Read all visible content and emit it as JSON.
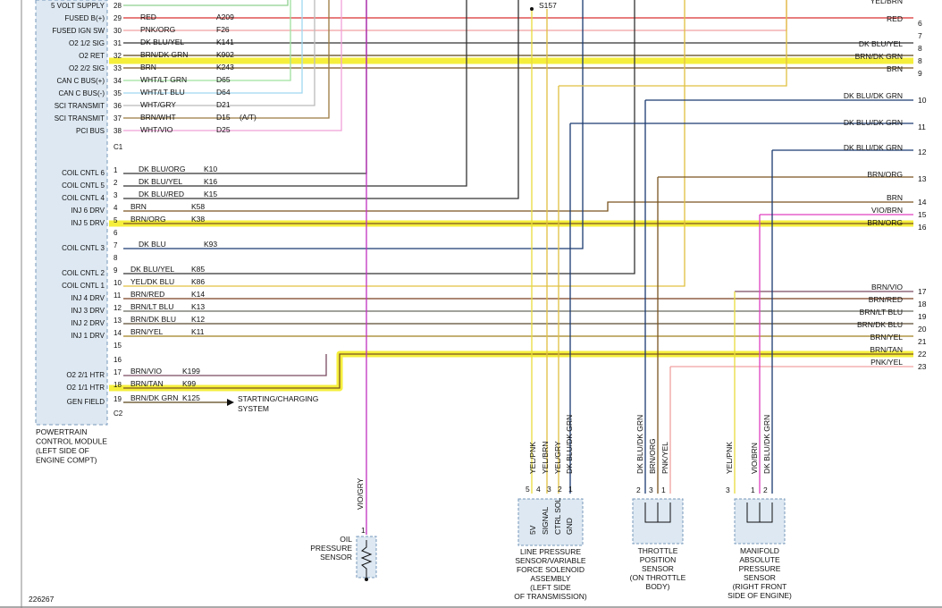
{
  "pcm": {
    "c1": {
      "label": "C1",
      "pins": [
        {
          "pin": "28",
          "signal": "5 VOLT SUPPLY",
          "color": "",
          "circuit": "",
          "wire": "#8fd18f"
        },
        {
          "pin": "29",
          "signal": "FUSED B(+)",
          "color": "RED",
          "circuit": "A209",
          "wire": "#d93030"
        },
        {
          "pin": "30",
          "signal": "FUSED IGN SW",
          "color": "PNK/ORG",
          "circuit": "F26",
          "wire": "#f0a0a0"
        },
        {
          "pin": "31",
          "signal": "O2 1/2 SIG",
          "color": "DK BLU/YEL",
          "circuit": "K141",
          "wire": "#333333"
        },
        {
          "pin": "32",
          "signal": "O2 RET",
          "color": "BRN/DK GRN",
          "circuit": "K902",
          "wire": "#5a4418"
        },
        {
          "pin": "33",
          "signal": "O2 2/2 SIG",
          "color": "BRN",
          "circuit": "K243",
          "wire": "#7a5520"
        },
        {
          "pin": "34",
          "signal": "CAN C BUS(+)",
          "color": "WHT/LT GRN",
          "circuit": "D65",
          "wire": "#9fe09f"
        },
        {
          "pin": "35",
          "signal": "CAN C BUS(-)",
          "color": "WHT/LT BLU",
          "circuit": "D64",
          "wire": "#a0d8f0"
        },
        {
          "pin": "36",
          "signal": "SCI TRANSMIT",
          "color": "WHT/GRY",
          "circuit": "D21",
          "wire": "#bbbbbb"
        },
        {
          "pin": "37",
          "signal": "SCI TRANSMIT",
          "color": "BRN/WHT",
          "circuit": "D15",
          "note": "(A/T)",
          "wire": "#9a7a40"
        },
        {
          "pin": "38",
          "signal": "PCI BUS",
          "color": "WHT/VIO",
          "circuit": "D25",
          "wire": "#f0a0d8"
        }
      ]
    },
    "c2": {
      "label": "C2",
      "pins": [
        {
          "pin": "1",
          "signal": "COIL CNTL 6",
          "color": "DK BLU/ORG",
          "circuit": "K10",
          "wire": "#333333"
        },
        {
          "pin": "2",
          "signal": "COIL CNTL 5",
          "color": "DK BLU/YEL",
          "circuit": "K16",
          "wire": "#333333"
        },
        {
          "pin": "3",
          "signal": "COIL CNTL 4",
          "color": "DK BLU/RED",
          "circuit": "K15",
          "wire": "#333333"
        },
        {
          "pin": "4",
          "signal": "INJ 6 DRV",
          "color": "BRN",
          "circuit": "K58",
          "wire": "#7a5520"
        },
        {
          "pin": "5",
          "signal": "INJ 5 DRV",
          "color": "BRN/ORG",
          "circuit": "K38",
          "wire": "#7a5520"
        },
        {
          "pin": "6",
          "signal": "",
          "color": "",
          "circuit": "",
          "wire": ""
        },
        {
          "pin": "7",
          "signal": "COIL CNTL 3",
          "color": "DK BLU",
          "circuit": "K93",
          "wire": "#1a3a70"
        },
        {
          "pin": "8",
          "signal": "",
          "color": "",
          "circuit": "",
          "wire": ""
        },
        {
          "pin": "9",
          "signal": "COIL CNTL 2",
          "color": "DK BLU/YEL",
          "circuit": "K85",
          "wire": "#333333"
        },
        {
          "pin": "10",
          "signal": "COIL CNTL 1",
          "color": "YEL/DK BLU",
          "circuit": "K86",
          "wire": "#e0c040"
        },
        {
          "pin": "11",
          "signal": "INJ 4 DRV",
          "color": "BRN/RED",
          "circuit": "K14",
          "wire": "#7a4020"
        },
        {
          "pin": "12",
          "signal": "INJ 3 DRV",
          "color": "BRN/LT BLU",
          "circuit": "K13",
          "wire": "#6a6a60"
        },
        {
          "pin": "13",
          "signal": "INJ 2 DRV",
          "color": "BRN/DK BLU",
          "circuit": "K12",
          "wire": "#5a4a30"
        },
        {
          "pin": "14",
          "signal": "INJ 1 DRV",
          "color": "BRN/YEL",
          "circuit": "K11",
          "wire": "#a08020"
        },
        {
          "pin": "15",
          "signal": "",
          "color": "",
          "circuit": "",
          "wire": ""
        },
        {
          "pin": "16",
          "signal": "",
          "color": "",
          "circuit": "",
          "wire": ""
        },
        {
          "pin": "17",
          "signal": "O2 2/1 HTR",
          "color": "BRN/VIO",
          "circuit": "K199",
          "wire": "#7a4a60"
        },
        {
          "pin": "18",
          "signal": "O2 1/1 HTR",
          "color": "BRN/TAN",
          "circuit": "K99",
          "wire": "#7a5520"
        },
        {
          "pin": "19",
          "signal": "GEN FIELD",
          "color": "BRN/DK GRN",
          "circuit": "K125",
          "wire": "#5a4418"
        }
      ]
    },
    "title_lines": [
      "POWERTRAIN",
      "CONTROL MODULE",
      "(LEFT SIDE OF",
      "ENGINE COMPT)"
    ]
  },
  "starting_charging": [
    "STARTING/CHARGING",
    "SYSTEM"
  ],
  "splice": "S157",
  "right_connectors": [
    {
      "num": "",
      "label": "YEL/BRN"
    },
    {
      "num": "6",
      "label": "RED"
    },
    {
      "num": "7",
      "label": ""
    },
    {
      "num": "8",
      "label": "DK BLU/YEL"
    },
    {
      "num": "8",
      "label": "BRN/DK GRN"
    },
    {
      "num": "9",
      "label": "BRN"
    },
    {
      "num": "10",
      "label": "DK BLU/DK GRN"
    },
    {
      "num": "11",
      "label": "DK BLU/DK GRN"
    },
    {
      "num": "12",
      "label": "DK BLU/DK GRN"
    },
    {
      "num": "13",
      "label": "BRN/ORG"
    },
    {
      "num": "14",
      "label": "BRN"
    },
    {
      "num": "15",
      "label": "VIO/BRN"
    },
    {
      "num": "16",
      "label": "BRN/ORG"
    },
    {
      "num": "17",
      "label": "BRN/VIO"
    },
    {
      "num": "18",
      "label": "BRN/RED"
    },
    {
      "num": "19",
      "label": "BRN/LT BLU"
    },
    {
      "num": "20",
      "label": "BRN/DK BLU"
    },
    {
      "num": "21",
      "label": "BRN/YEL"
    },
    {
      "num": "22",
      "label": "BRN/TAN"
    },
    {
      "num": "23",
      "label": "PNK/YEL"
    }
  ],
  "oil_pressure_sensor": {
    "wire_label": "VIO/GRY",
    "pin": "1",
    "name_lines": [
      "OIL",
      "PRESSURE",
      "SENSOR"
    ]
  },
  "line_pressure_sensor": {
    "wire_labels": [
      "YEL/PNK",
      "YEL/BRN",
      "YEL/GRY",
      "DK BLU/DK GRN"
    ],
    "pins": [
      "5",
      "4",
      "3",
      "2",
      "1"
    ],
    "pin_labels": [
      "5V",
      "SIGNAL",
      "CTRL SOL",
      "GND"
    ],
    "name_lines": [
      "LINE PRESSURE",
      "SENSOR/VARIABLE",
      "FORCE SOLENOID",
      "ASSEMBLY",
      "(LEFT SIDE",
      "OF TRANSMISSION)"
    ]
  },
  "throttle_position_sensor": {
    "wire_labels": [
      "DK BLU/DK GRN",
      "BRN/ORG",
      "PNK/YEL"
    ],
    "pins": [
      "2",
      "3",
      "1"
    ],
    "name_lines": [
      "THROTTLE",
      "POSITION",
      "SENSOR",
      "(ON THROTTLE",
      "BODY)"
    ]
  },
  "map_sensor": {
    "wire_labels": [
      "YEL/PNK",
      "VIO/BRN",
      "DK BLU/DK GRN"
    ],
    "pins": [
      "3",
      "1",
      "2"
    ],
    "name_lines": [
      "MANIFOLD",
      "ABSOLUTE",
      "PRESSURE",
      "SENSOR",
      "(RIGHT FRONT",
      "SIDE OF ENGINE)"
    ]
  },
  "figure_id": "226267"
}
